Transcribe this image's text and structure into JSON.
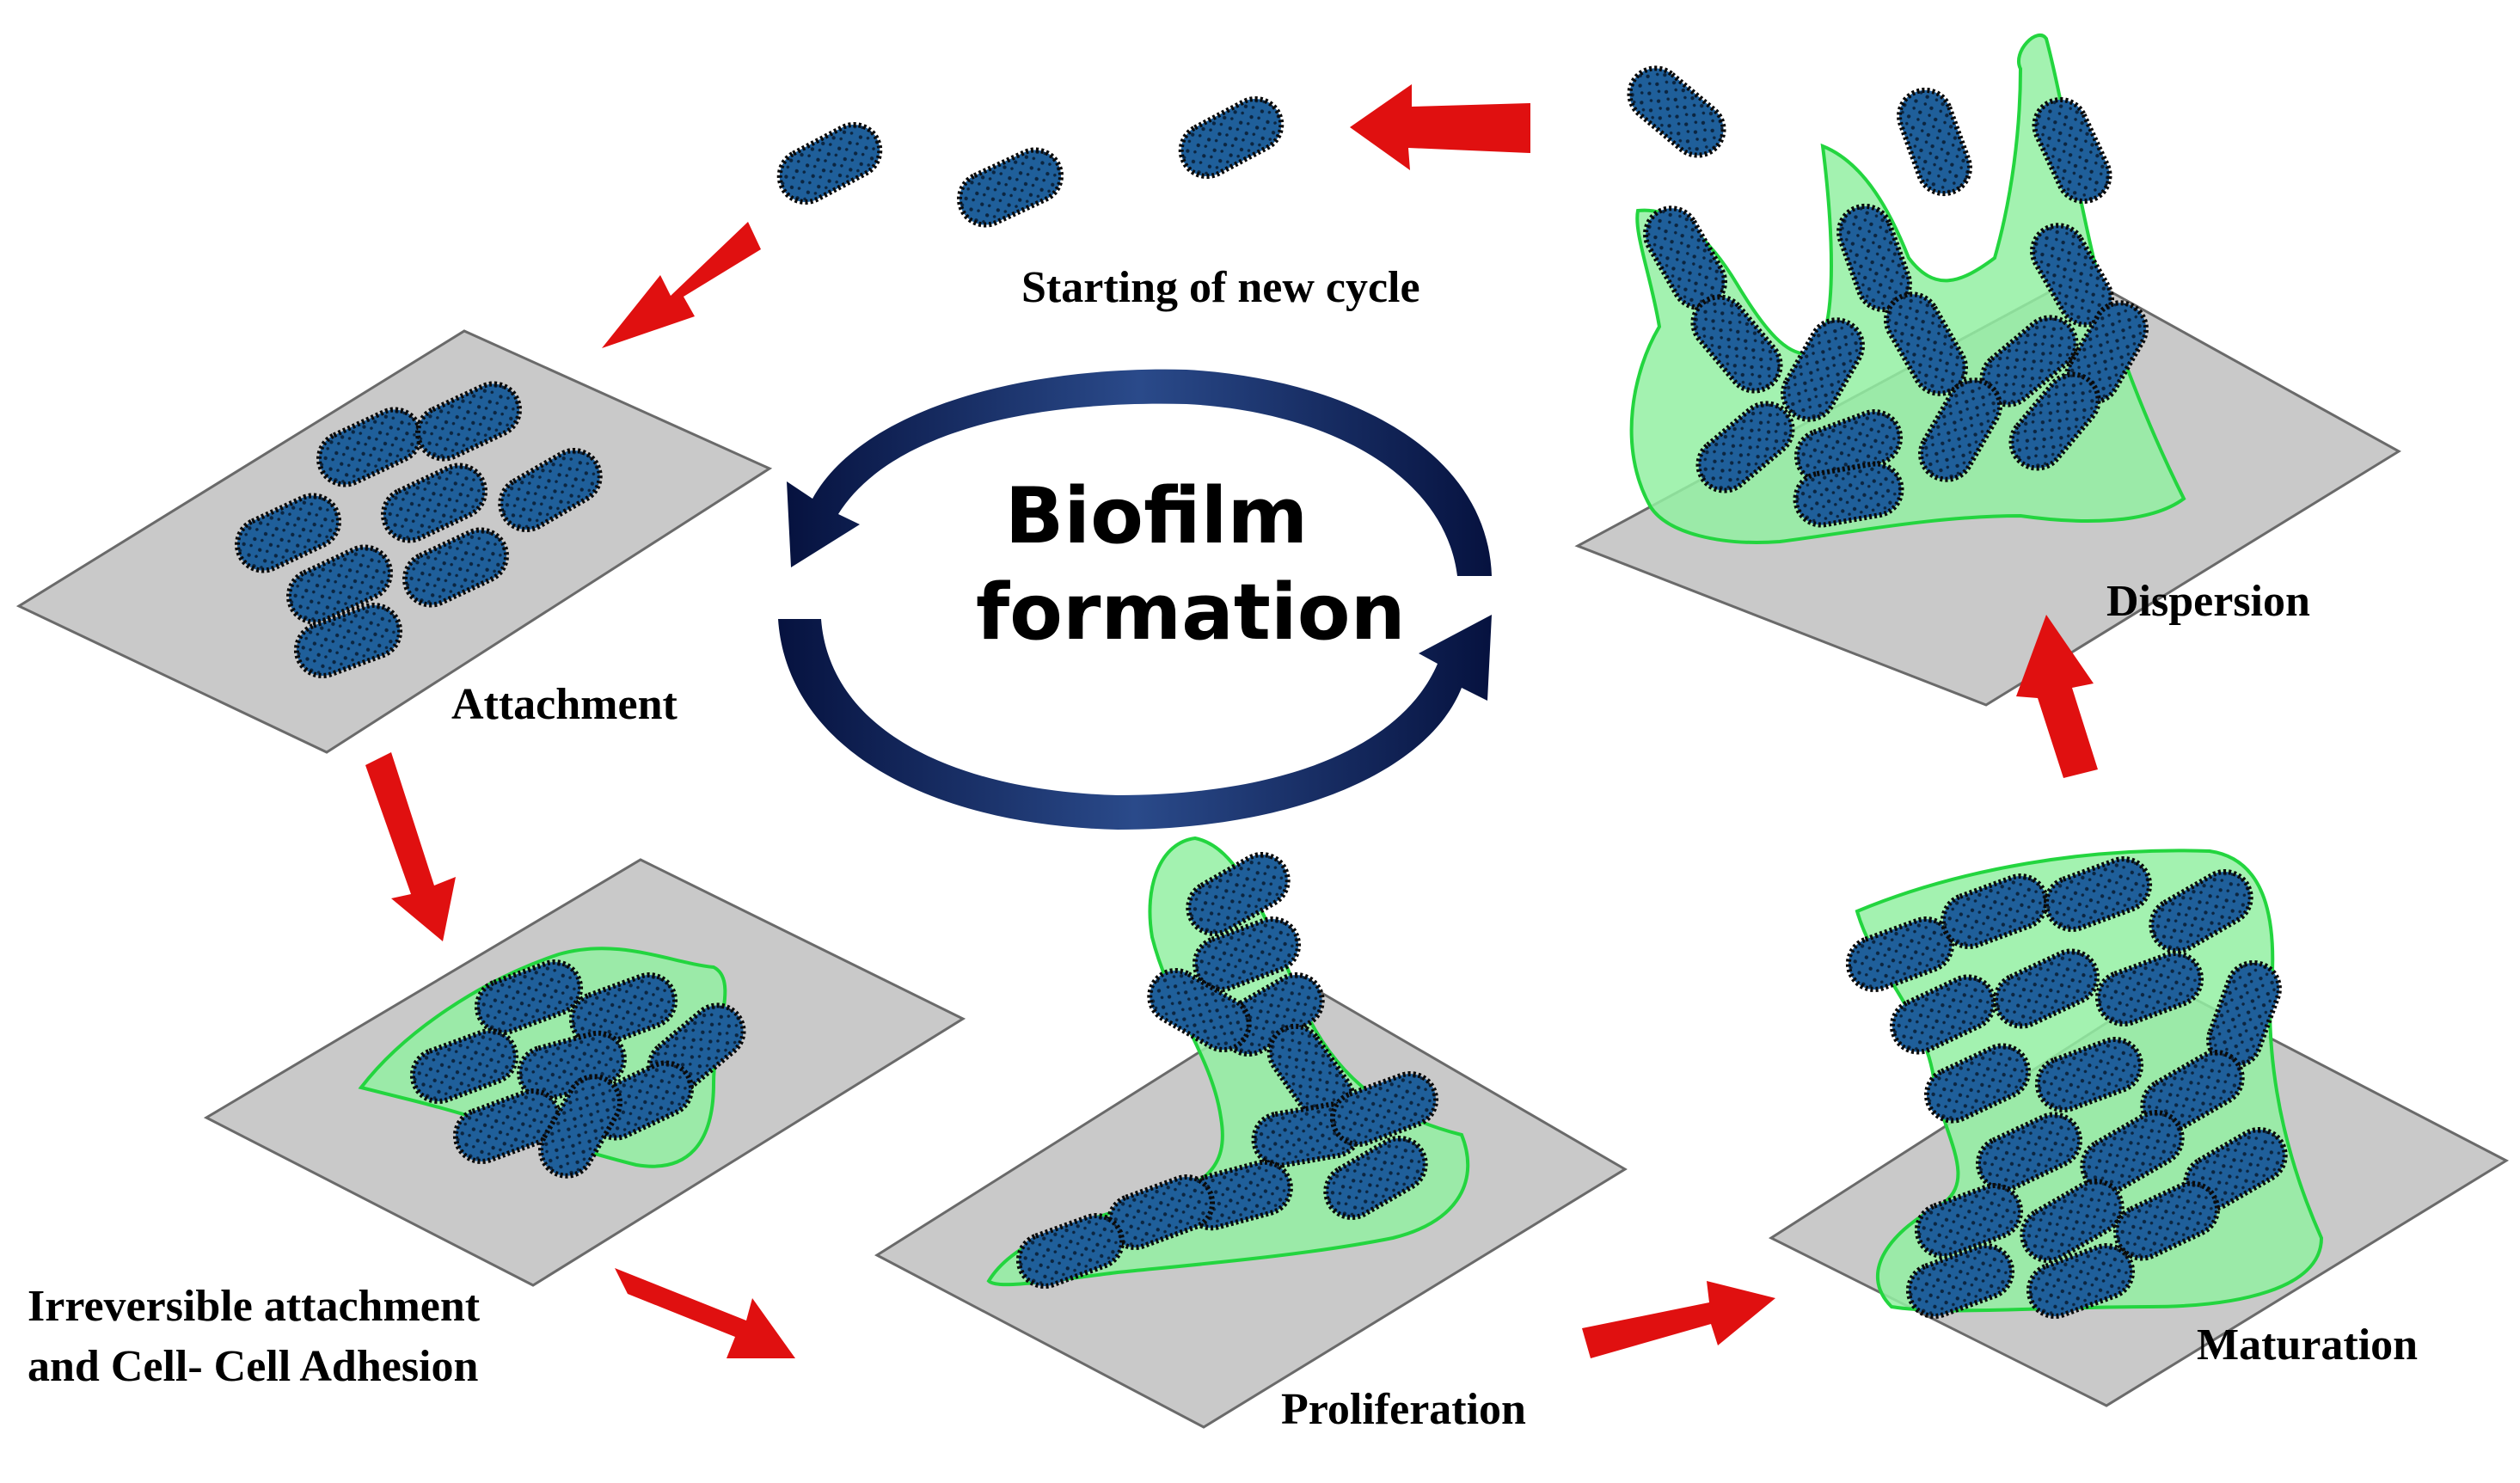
{
  "title": {
    "line1": "Biofilm",
    "line2": "formation"
  },
  "stages": {
    "new_cycle": "Starting of new cycle",
    "attachment": "Attachment",
    "irreversible_line1": "Irreversible attachment",
    "irreversible_line2": "and Cell- Cell Adhesion",
    "proliferation": "Proliferation",
    "maturation": "Maturation",
    "dispersion": "Dispersion"
  },
  "colors": {
    "cell_fill": "#1f5f9a",
    "cell_outline": "#0a0a0a",
    "surface": "#c9c9c9",
    "matrix_fill": "#93f0a2",
    "matrix_stroke": "#23d53f",
    "arrow": "#e01010",
    "cycle": "#0d1f5c"
  },
  "icons": {
    "cell": "rod-bacterium-icon",
    "arrow": "process-arrow-icon",
    "cycle": "circular-cycle-arrows-icon"
  }
}
